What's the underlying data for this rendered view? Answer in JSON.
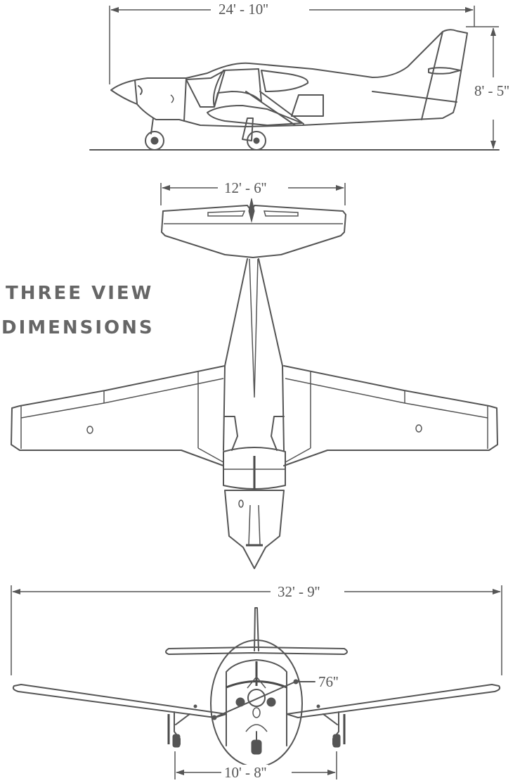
{
  "title": {
    "line1": "THREE VIEW",
    "line2": "DIMENSIONS"
  },
  "side_view": {
    "length_label": "24' - 10''",
    "height_label": "8' - 5''"
  },
  "top_view": {
    "stabilizer_span_label": "12' - 6''"
  },
  "front_view": {
    "wingspan_label": "32' - 9''",
    "propeller_diameter_label": "76''",
    "wheel_track_label": "10' - 8''"
  },
  "colors": {
    "line": "#555555",
    "background": "#ffffff"
  }
}
